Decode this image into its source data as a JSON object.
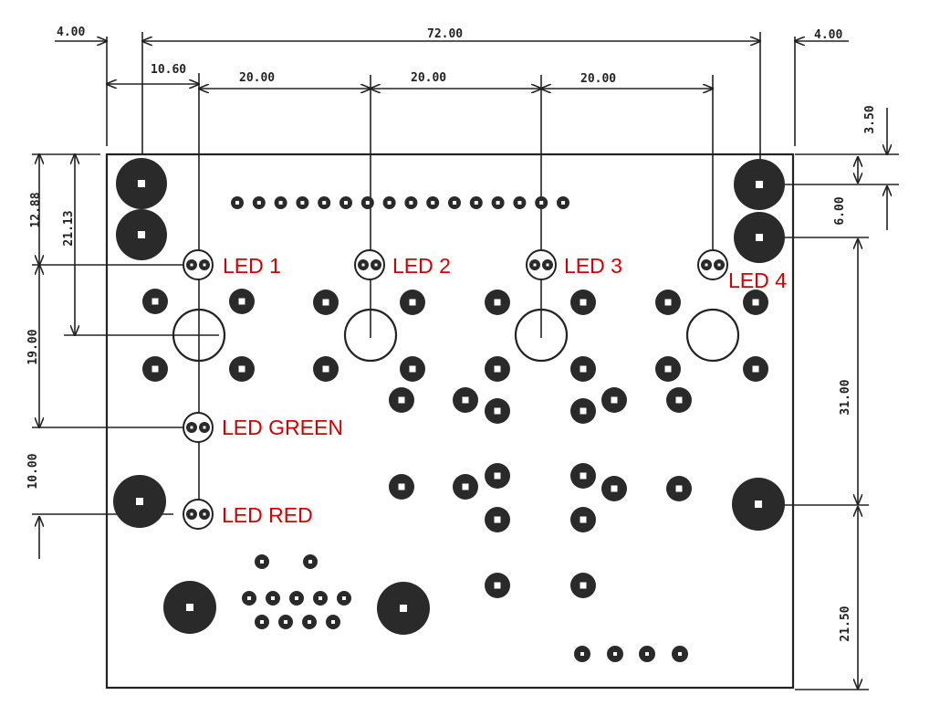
{
  "colors": {
    "ink": "#222222",
    "led_label": "#d40000",
    "pad": "#2a2a2a",
    "pad_hole": "#ffffff"
  },
  "dimensions": {
    "top_overall": "72.00",
    "top_left_margin": "4.00",
    "top_right_margin": "4.00",
    "led_offset": "10.60",
    "led_pitch_1": "20.00",
    "led_pitch_2": "20.00",
    "led_pitch_3": "20.00",
    "left_top": "12.88",
    "left_hole": "21.13",
    "left_mid": "19.00",
    "left_bottom": "10.00",
    "right_top": "3.50",
    "right_pitch": "6.00",
    "right_mid": "31.00",
    "right_bottom": "21.50"
  },
  "leds": {
    "led1": "LED 1",
    "led2": "LED 2",
    "led3": "LED 3",
    "led4": "LED 4",
    "green": "LED GREEN",
    "red": "LED RED"
  }
}
